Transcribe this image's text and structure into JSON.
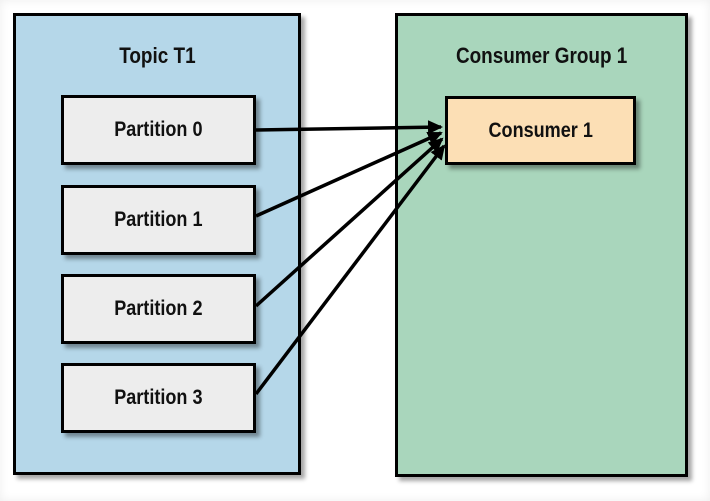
{
  "topic": {
    "title": "Topic T1",
    "partitions": [
      {
        "label": "Partition 0"
      },
      {
        "label": "Partition 1"
      },
      {
        "label": "Partition 2"
      },
      {
        "label": "Partition 3"
      }
    ]
  },
  "consumer_group": {
    "title": "Consumer Group 1",
    "consumers": [
      {
        "label": "Consumer 1"
      }
    ]
  },
  "connections": [
    {
      "from": "Partition 0",
      "to": "Consumer 1"
    },
    {
      "from": "Partition 1",
      "to": "Consumer 1"
    },
    {
      "from": "Partition 2",
      "to": "Consumer 1"
    },
    {
      "from": "Partition 3",
      "to": "Consumer 1"
    }
  ],
  "colors": {
    "topic_background": "#b5d7e9",
    "consumer_group_background": "#a9d6bc",
    "partition_background": "#ededed",
    "consumer_background": "#fcdfb5",
    "border": "#000000",
    "arrow": "#000000"
  }
}
